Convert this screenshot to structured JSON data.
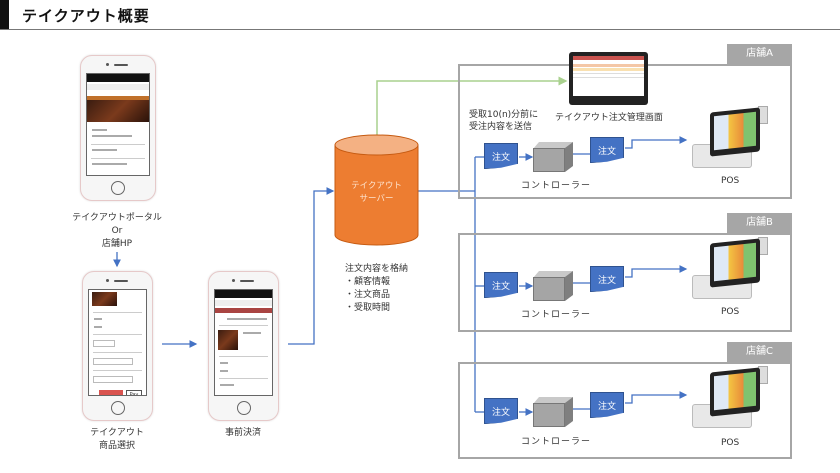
{
  "title": "テイクアウト概要",
  "portal": {
    "line1": "テイクアウトポータル",
    "line2": "Or",
    "line3": "店舗HP"
  },
  "select": {
    "line1": "テイクアウト",
    "line2": "商品選択"
  },
  "prepay": {
    "label": "事前決済"
  },
  "server": {
    "line1": "テイクアウト",
    "line2": "サーバー",
    "color": "#ed7d31"
  },
  "server_note": {
    "line1": "注文内容を格納",
    "items": [
      "・顧客情報",
      "・注文商品",
      "・受取時間"
    ]
  },
  "mgmt_screen": {
    "label": "テイクアウト注文管理画面"
  },
  "send_note": {
    "line1": "受取10(n)分前に",
    "line2": "受注内容を送信"
  },
  "stores": [
    {
      "name": "店舗A",
      "order": "注文",
      "order2": "注文",
      "controller": "コントローラー",
      "pos": "POS"
    },
    {
      "name": "店舗B",
      "order": "注文",
      "order2": "注文",
      "controller": "コントローラー",
      "pos": "POS"
    },
    {
      "name": "店舗C",
      "order": "注文",
      "order2": "注文",
      "controller": "コントローラー",
      "pos": "POS"
    }
  ],
  "colors": {
    "flow": "#4472c4",
    "mgmt_link": "#a9d18e",
    "store_border": "#a6a6a6"
  }
}
